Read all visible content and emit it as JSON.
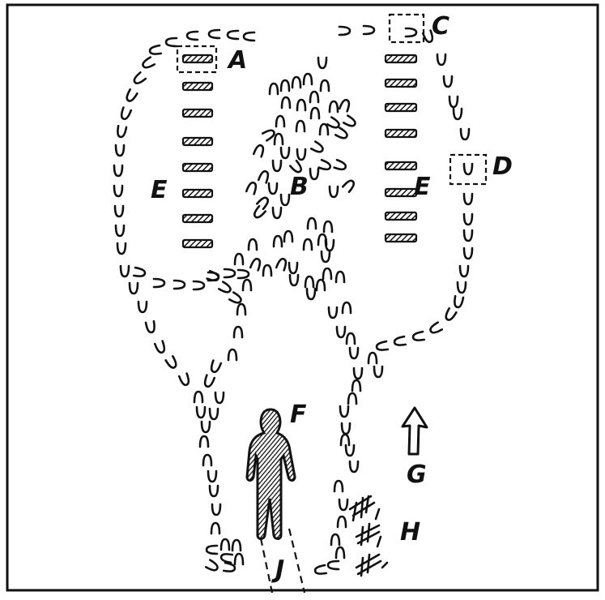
{
  "labels": {
    "a": "A",
    "b": "B",
    "c": "C",
    "d": "D",
    "e_left": "E",
    "e_right": "E",
    "f": "F",
    "g": "G",
    "h": "H",
    "j": "J"
  },
  "colors": {
    "ink": "#111111",
    "paper": "#ffffff",
    "hatch": "#111111"
  },
  "glyphs": {
    "track": "track-mark",
    "bar": "hatched-bar",
    "arrow": "direction-arrow",
    "figure": "human-figure",
    "scuff": "scuff-mark"
  }
}
